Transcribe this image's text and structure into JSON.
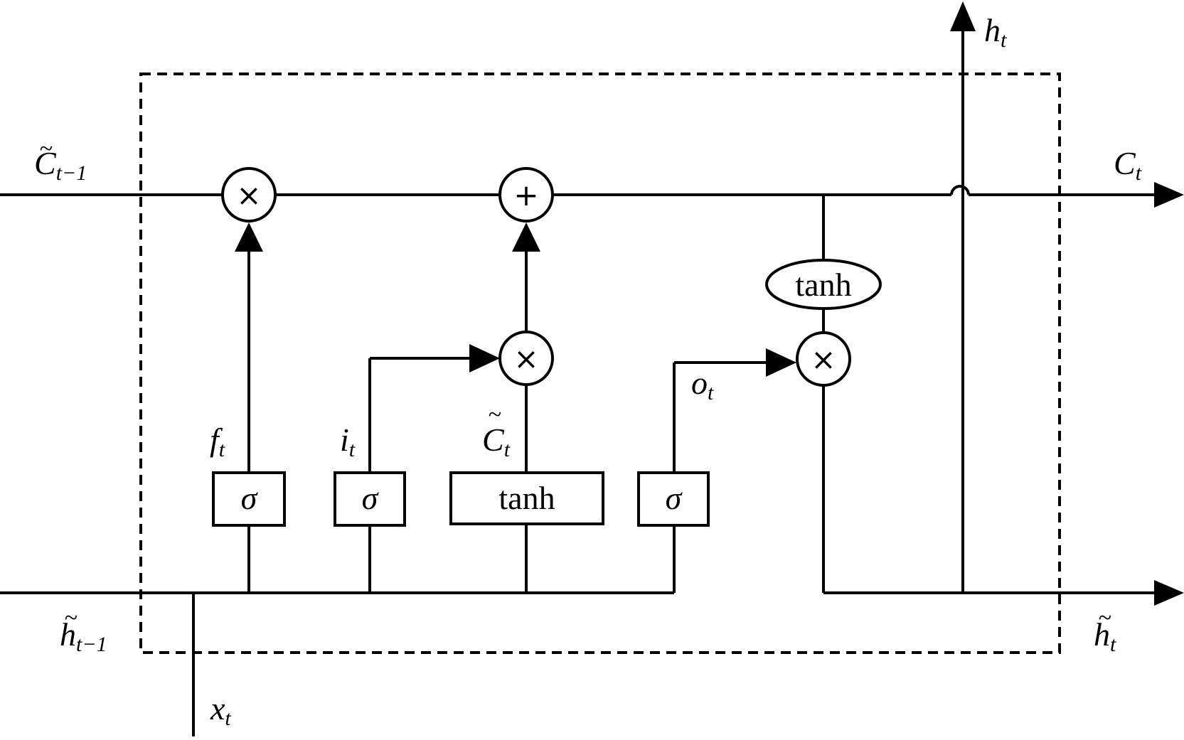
{
  "labels": {
    "c_prev": "C",
    "c_prev_sub": "t−1",
    "c_out": "C",
    "c_out_sub": "t",
    "h_top": "h",
    "h_top_sub": "t",
    "h_prev": "h",
    "h_prev_sub": "t−1",
    "h_out": "h",
    "h_out_sub": "t",
    "x_in": "x",
    "x_in_sub": "t",
    "f_gate": "f",
    "f_gate_sub": "t",
    "i_gate": "i",
    "i_gate_sub": "t",
    "c_cand": "C",
    "c_cand_sub": "t",
    "o_gate": "o",
    "o_gate_sub": "t",
    "tilde": "~"
  },
  "blocks": {
    "sigma": "σ",
    "tanh": "tanh"
  },
  "operators": {
    "multiply": "×",
    "add": "+"
  }
}
